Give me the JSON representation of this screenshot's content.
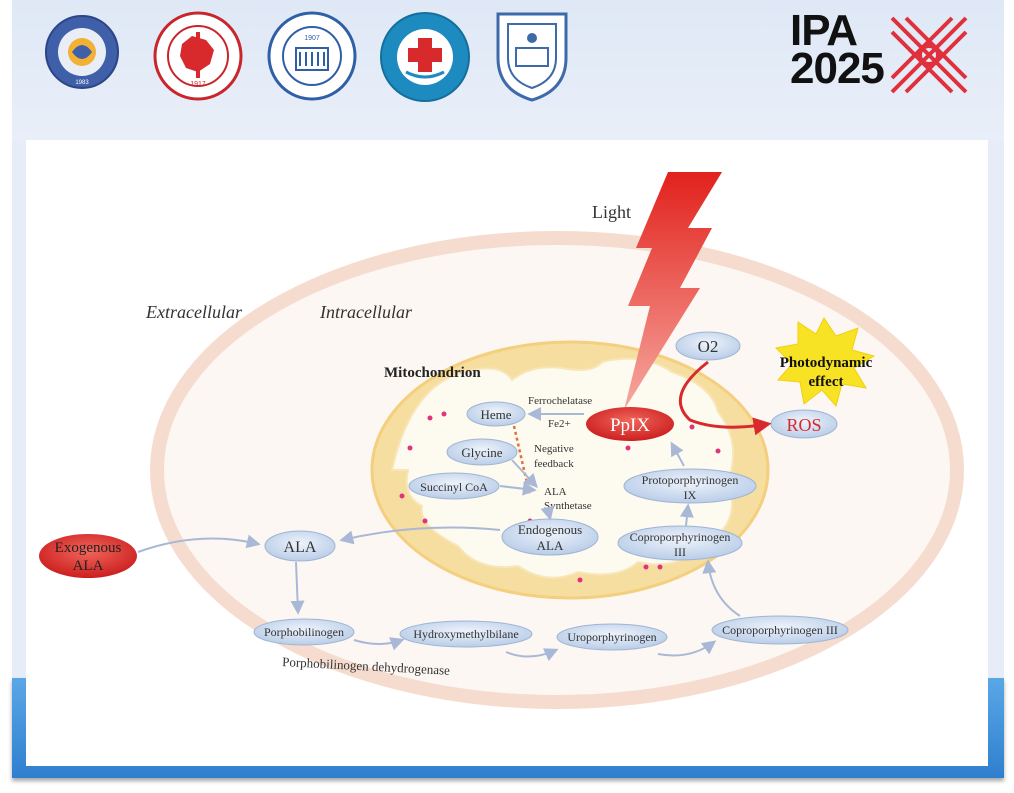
{
  "header": {
    "logos": [
      {
        "name": "chinese-association-rehab-medicine-seal",
        "text": "1983"
      },
      {
        "name": "shanghai-medical-association-seal",
        "text": "1917"
      },
      {
        "name": "tongji-university-seal",
        "text": "1907"
      },
      {
        "name": "shanghai-skin-disease-hospital-seal",
        "text": ""
      },
      {
        "name": "tongji-medical-school-shield",
        "text": ""
      }
    ],
    "brand": {
      "line1": "IPA",
      "line2": "2025",
      "accent": "#e0303c"
    }
  },
  "diagram": {
    "light": "Light",
    "extracellular": "Extracellular",
    "intracellular": "Intracellular",
    "mitochondrion": "Mitochondrion",
    "o2": "O2",
    "photodynamic_effect": [
      "Photodynamic",
      "effect"
    ],
    "ros": "ROS",
    "ppix": "PpIX",
    "heme": "Heme",
    "ferrochelatase": "Ferrochelatase",
    "fe2": "Fe2+",
    "glycine": "Glycine",
    "negative_feedback": [
      "Negative",
      "feedback"
    ],
    "succinyl_coa": "Succinyl CoA",
    "ala_synthetase": [
      "ALA",
      "Synthetase"
    ],
    "endogenous_ala": [
      "Endogenous",
      "ALA"
    ],
    "protoporphyrinogen_ix": [
      "Protoporphyrinogen",
      "IX"
    ],
    "coproporphyrinogen_iii_inner": [
      "Coproporphyrinogen",
      "III"
    ],
    "exogenous_ala": [
      "Exogenous",
      "ALA"
    ],
    "ala": "ALA",
    "porphobilinogen": "Porphobilinogen",
    "hydroxymethylbilane": "Hydroxymethylbilane",
    "uroporphyrinogen": "Uroporphyrinogen",
    "coproporphyrinogen_iii_outer": "Coproporphyrinogen III",
    "porphobilinogen_dehydrogenase": "Porphobilinogen dehydrogenase"
  },
  "colors": {
    "node_fill": "#c9d9ee",
    "node_stroke": "#9fb4d3",
    "arrow": "#a9b8d6",
    "red": "#d8292c",
    "cell_ring": "#f6dccf",
    "mito_fill": "#f6dea0"
  }
}
